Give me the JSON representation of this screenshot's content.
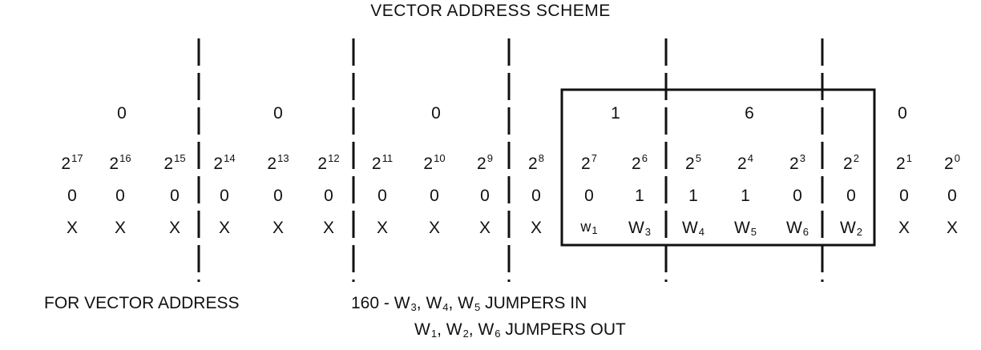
{
  "title": "VECTOR ADDRESS SCHEME",
  "octal_digits": [
    {
      "digit": "0"
    },
    {
      "digit": "0"
    },
    {
      "digit": "0"
    },
    {
      "digit": "1"
    },
    {
      "digit": "6"
    },
    {
      "digit": "0"
    }
  ],
  "bits": [
    {
      "base": "2",
      "exp": "17",
      "value": "0",
      "jumper": "X",
      "jsub": ""
    },
    {
      "base": "2",
      "exp": "16",
      "value": "0",
      "jumper": "X",
      "jsub": ""
    },
    {
      "base": "2",
      "exp": "15",
      "value": "0",
      "jumper": "X",
      "jsub": ""
    },
    {
      "base": "2",
      "exp": "14",
      "value": "0",
      "jumper": "X",
      "jsub": ""
    },
    {
      "base": "2",
      "exp": "13",
      "value": "0",
      "jumper": "X",
      "jsub": ""
    },
    {
      "base": "2",
      "exp": "12",
      "value": "0",
      "jumper": "X",
      "jsub": ""
    },
    {
      "base": "2",
      "exp": "11",
      "value": "0",
      "jumper": "X",
      "jsub": ""
    },
    {
      "base": "2",
      "exp": "10",
      "value": "0",
      "jumper": "X",
      "jsub": ""
    },
    {
      "base": "2",
      "exp": "9",
      "value": "0",
      "jumper": "X",
      "jsub": ""
    },
    {
      "base": "2",
      "exp": "8",
      "value": "0",
      "jumper": "X",
      "jsub": ""
    },
    {
      "base": "2",
      "exp": "7",
      "value": "0",
      "jumper": "w",
      "jsub": "1"
    },
    {
      "base": "2",
      "exp": "6",
      "value": "1",
      "jumper": "W",
      "jsub": "3"
    },
    {
      "base": "2",
      "exp": "5",
      "value": "1",
      "jumper": "W",
      "jsub": "4"
    },
    {
      "base": "2",
      "exp": "4",
      "value": "1",
      "jumper": "W",
      "jsub": "5"
    },
    {
      "base": "2",
      "exp": "3",
      "value": "0",
      "jumper": "W",
      "jsub": "6"
    },
    {
      "base": "2",
      "exp": "2",
      "value": "0",
      "jumper": "W",
      "jsub": "2"
    },
    {
      "base": "2",
      "exp": "1",
      "value": "0",
      "jumper": "X",
      "jsub": ""
    },
    {
      "base": "2",
      "exp": "0",
      "value": "0",
      "jumper": "X",
      "jsub": ""
    }
  ],
  "footer": {
    "label": "FOR VECTOR ADDRESS",
    "line1": {
      "prefix": "160 - ",
      "jumpers": [
        {
          "base": "W",
          "sub": "3",
          "sep": ", "
        },
        {
          "base": "W",
          "sub": "4",
          "sep": ", "
        },
        {
          "base": "W",
          "sub": "5",
          "sep": ""
        }
      ],
      "suffix": " JUMPERS IN"
    },
    "line2": {
      "jumpers": [
        {
          "base": "W",
          "sub": "1",
          "sep": ", "
        },
        {
          "base": "W",
          "sub": "2",
          "sep": ", "
        },
        {
          "base": "W",
          "sub": "6",
          "sep": ""
        }
      ],
      "suffix": " JUMPERS OUT"
    }
  }
}
